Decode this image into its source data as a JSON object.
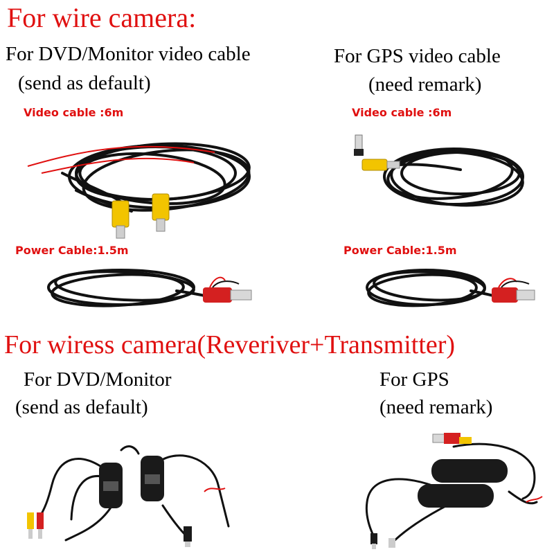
{
  "wire_section": {
    "heading": "For wire camera:",
    "dvd": {
      "title": "For DVD/Monitor video cable",
      "note": "(send as default)",
      "video_label": "Video cable :6m",
      "power_label": "Power Cable:1.5m"
    },
    "gps": {
      "title": "For GPS video cable",
      "note": "(need remark)",
      "video_label": "Video cable :6m",
      "power_label": "Power Cable:1.5m"
    }
  },
  "wireless_section": {
    "heading": "For wiress camera(Reveriver+Transmitter)",
    "dvd": {
      "title": "For DVD/Monitor",
      "note": "(send as default)"
    },
    "gps": {
      "title": "For GPS",
      "note": "(need remark)"
    }
  },
  "colors": {
    "heading_red": "#e01010",
    "cable_black": "#111111",
    "rca_yellow": "#f2c400",
    "power_red": "#d42020"
  }
}
